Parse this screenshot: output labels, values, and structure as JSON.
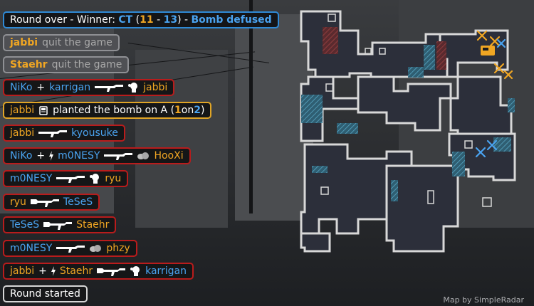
{
  "feed": {
    "round_over": {
      "prefix": "Round over - Winner: ",
      "team": "CT",
      "open": " (",
      "score_t": "11",
      "sep": " - ",
      "score_ct": "13",
      "close": ") - ",
      "result": "Bomb defused"
    },
    "quit1": {
      "player": "jabbi",
      "text": "quit the game"
    },
    "quit2": {
      "player": "Staehr",
      "text": "quit the game"
    },
    "kill1": {
      "killer": "NiKo",
      "plus": "+",
      "assister": "karrigan",
      "weapon": "rifle-icon",
      "headshot": true,
      "victim": "jabbi"
    },
    "plant": {
      "player": "jabbi",
      "text": "planted the bomb on A (",
      "num1": "1",
      "on": "on",
      "num2": "2",
      "close": ")"
    },
    "kill2": {
      "killer": "jabbi",
      "weapon": "rifle-icon",
      "victim": "kyousuke"
    },
    "kill3": {
      "killer": "NiKo",
      "plus": "+",
      "assister": "m0NESY",
      "flash": true,
      "weapon": "rifle-icon",
      "through_smoke": true,
      "victim": "HooXi"
    },
    "kill4": {
      "killer": "m0NESY",
      "weapon": "rifle-icon",
      "headshot": true,
      "victim": "ryu"
    },
    "kill5": {
      "killer": "ryu",
      "weapon": "ak47-icon",
      "victim": "TeSeS"
    },
    "kill6": {
      "killer": "TeSeS",
      "weapon": "ak47-icon",
      "victim": "Staehr"
    },
    "kill7": {
      "killer": "m0NESY",
      "weapon": "rifle-icon",
      "through_smoke": true,
      "victim": "phzy"
    },
    "kill8": {
      "killer": "jabbi",
      "plus": "+",
      "assister": "Staehr",
      "flash": true,
      "weapon": "ak47-icon",
      "headshot": true,
      "victim": "karrigan"
    },
    "round_started": "Round started"
  },
  "map": {
    "credit": "Map by SimpleRadar",
    "colors": {
      "floor": "#2c2f3a",
      "wall": "#d8d8d8",
      "zone_blue": "#3f8aa6",
      "zone_red": "#9a3b3b",
      "t_marker": "#f0a623",
      "ct_marker": "#4aa3f0"
    }
  },
  "colors": {
    "ct": "#4aa3f0",
    "t": "#f0a623",
    "kill_border": "#b91c1c",
    "info_border": "#2f8ad6",
    "gold_border": "#e0a526"
  }
}
